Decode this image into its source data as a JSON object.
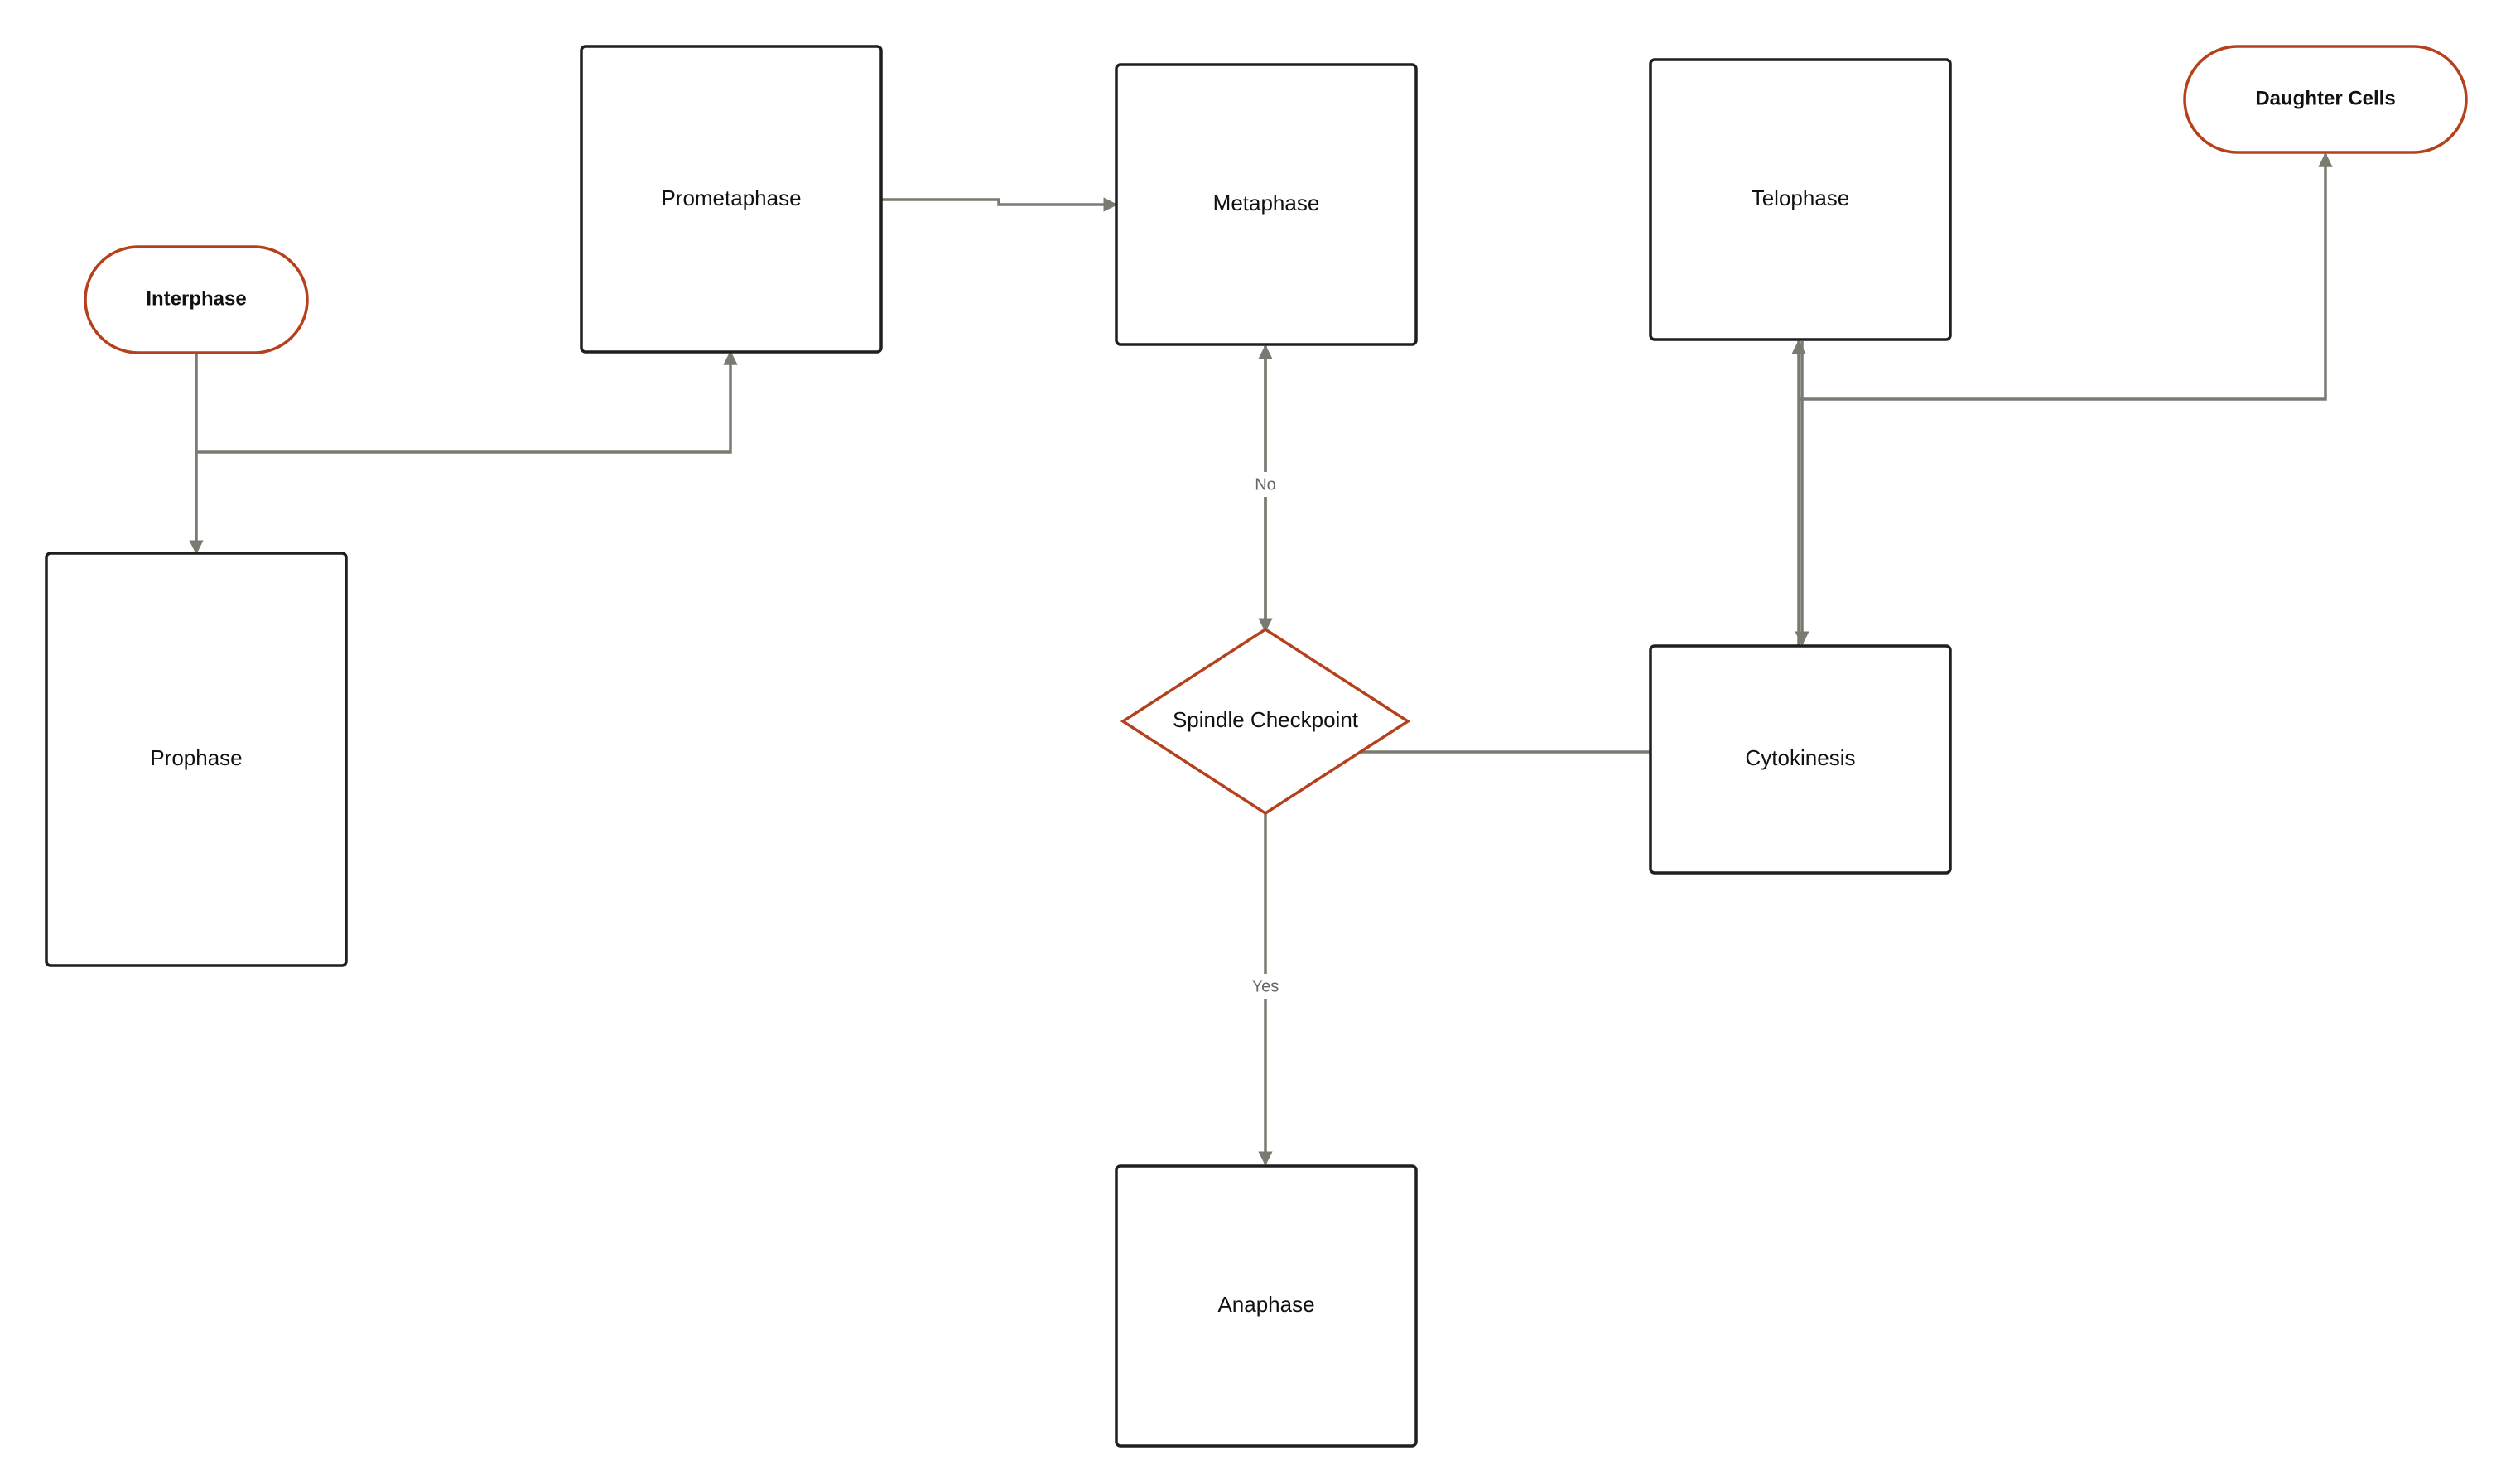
{
  "diagram": {
    "nodes": [
      {
        "id": "interphase",
        "label": "Interphase",
        "shape": "terminal"
      },
      {
        "id": "prophase",
        "label": "Prophase",
        "shape": "process"
      },
      {
        "id": "prometaphase",
        "label": "Prometaphase",
        "shape": "process"
      },
      {
        "id": "metaphase",
        "label": "Metaphase",
        "shape": "process"
      },
      {
        "id": "checkpoint",
        "label": "Spindle Checkpoint",
        "shape": "decision"
      },
      {
        "id": "anaphase",
        "label": "Anaphase",
        "shape": "process"
      },
      {
        "id": "cytokinesis",
        "label": "Cytokinesis",
        "shape": "process"
      },
      {
        "id": "telophase",
        "label": "Telophase",
        "shape": "process"
      },
      {
        "id": "daughter",
        "label": "Daughter Cells",
        "shape": "terminal"
      }
    ],
    "edges": [
      {
        "from": "interphase",
        "to": "prophase",
        "label": ""
      },
      {
        "from": "interphase",
        "to": "prometaphase",
        "label": ""
      },
      {
        "from": "prometaphase",
        "to": "metaphase",
        "label": ""
      },
      {
        "from": "checkpoint",
        "to": "metaphase",
        "label": "No"
      },
      {
        "from": "metaphase",
        "to": "checkpoint",
        "label": ""
      },
      {
        "from": "checkpoint",
        "to": "anaphase",
        "label": "Yes"
      },
      {
        "from": "checkpoint",
        "to": "cytokinesis",
        "label": ""
      },
      {
        "from": "cytokinesis",
        "to": "telophase",
        "label": ""
      },
      {
        "from": "telophase",
        "to": "cytokinesis",
        "label": ""
      },
      {
        "from": "telophase",
        "to": "daughter",
        "label": ""
      }
    ],
    "colors": {
      "terminal_stroke": "#b5401c",
      "process_stroke": "#1f1f1f",
      "edge": "#7a7a70"
    }
  }
}
